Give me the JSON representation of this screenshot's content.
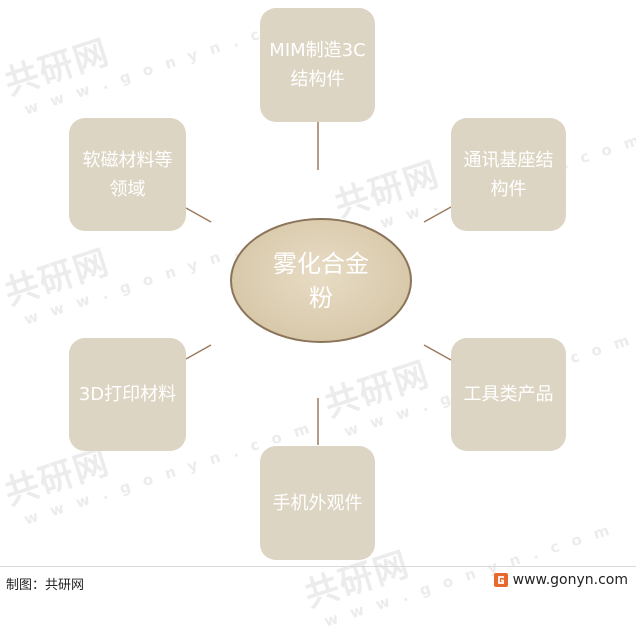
{
  "center": {
    "line1": "雾化合金",
    "line2": "粉"
  },
  "nodes": {
    "top": {
      "line1": "MIM制造3C",
      "line2": "结构件"
    },
    "top_right": {
      "line1": "通讯基座结",
      "line2": "构件"
    },
    "top_left": {
      "line1": "软磁材料等",
      "line2": "领域"
    },
    "bottom_left": {
      "line1": "3D打印材料",
      "line2": ""
    },
    "bottom_right": {
      "line1": "工具类产品",
      "line2": ""
    },
    "bottom": {
      "line1": "手机外观件",
      "line2": ""
    }
  },
  "footer": {
    "credit": "制图：共研网",
    "website": "www.gonyn.com"
  },
  "watermark": {
    "brand": "共研网",
    "url": "w w w . g o n y n . c o m"
  },
  "colors": {
    "box": "#ddd5c3",
    "center_border": "#8a745a",
    "connector": "#9b7b5f",
    "logo": "#e8692d"
  }
}
